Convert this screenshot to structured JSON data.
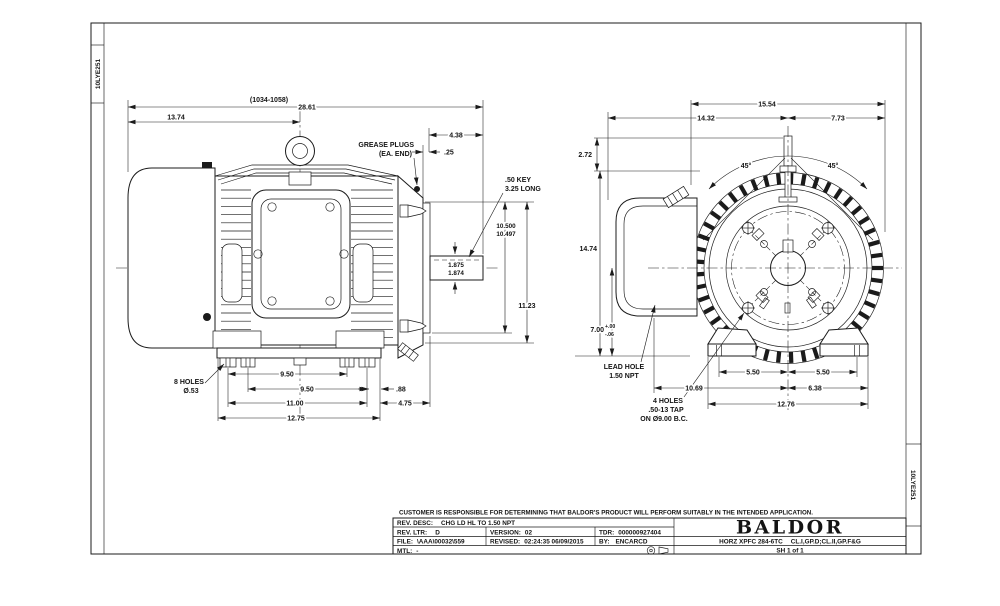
{
  "colors": {
    "ink": "#1b1b1b",
    "paper": "#ffffff"
  },
  "frame": {
    "doc_code_left": "10LYE251",
    "doc_code_right": "10LYE251"
  },
  "side_view": {
    "dims": {
      "mm_range": "(1034-1058)",
      "overall": "28.61",
      "to_eye_center": "13.74",
      "shaft_ext": "4.38",
      "face_offset": ".25",
      "key_line1": ".50 KEY",
      "key_line2": "3.25 LONG",
      "pilot_hi": "10.500",
      "pilot_lo": "10.497",
      "shaft_dia_hi": "1.875",
      "shaft_dia_lo": "1.874",
      "flange_h": "11.23",
      "holes_line1": "8 HOLES",
      "holes_line2": "Ø.53",
      "foot_span1": "9.50",
      "foot_span2": "9.50",
      "foot_span3": "11.00",
      "base_len": "12.75",
      "edge_offset": ".88",
      "foot_to_face": "4.75",
      "grease_line1": "GREASE PLUGS",
      "grease_line2": "(EA. END)"
    }
  },
  "end_view": {
    "dims": {
      "fin_dia": "15.54",
      "left_w": "14.32",
      "right_w": "7.73",
      "eye_h": "2.72",
      "angle_l": "45°",
      "angle_r": "45°",
      "overall_h": "14.74",
      "shaft_h": "7.00",
      "shaft_h_tol_p": "+.00",
      "shaft_h_tol_m": "-.06",
      "lead_line1": "LEAD HOLE",
      "lead_line2": "1.50 NPT",
      "tap_line1": "4 HOLES",
      "tap_line2": ".50-13 TAP",
      "tap_line3": "ON Ø9.00 B.C.",
      "foot_l": "5.50",
      "foot_r": "5.50",
      "base_l": "10.69",
      "base_r": "6.38",
      "base_total": "12.76"
    }
  },
  "title_block": {
    "disclaimer": "CUSTOMER IS RESPONSIBLE FOR DETERMINING THAT BALDOR'S PRODUCT WILL PERFORM SUITABLY IN THE INTENDED APPLICATION.",
    "rev_desc": {
      "label": "REV. DESC:",
      "value": "CHG LD HL TO 1.50 NPT"
    },
    "rev_ltr": {
      "label": "REV. LTR:",
      "value": "D"
    },
    "version": {
      "label": "VERSION:",
      "value": "02"
    },
    "tdr": {
      "label": "TDR:",
      "value": "000000927404"
    },
    "file": {
      "label": "FILE:",
      "value": "\\AAA\\00032\\559"
    },
    "revised": {
      "label": "REVISED:",
      "value": "02:24:35 06/09/2015"
    },
    "by": {
      "label": "BY:",
      "value": "ENCARCD"
    },
    "mtl": {
      "label": "MTL:",
      "value": "-"
    },
    "brand": "BALDOR",
    "product_model": "HORZ XPFC 284-6TC",
    "product_class": "CL.I,GP.D;CL.II,GP.F&G",
    "sheet": "SH 1 of 1"
  }
}
